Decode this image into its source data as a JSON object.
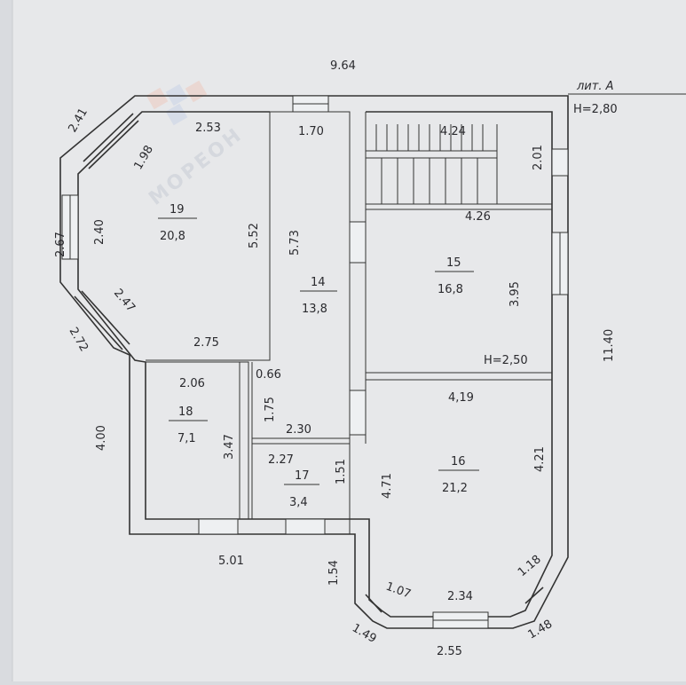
{
  "title": {
    "liter": "лит. А",
    "height": "H=2,80"
  },
  "watermark": "МОРЕОН",
  "annotations": {
    "height_15": "H=2,50"
  },
  "rooms": [
    {
      "id": "19",
      "area": "20,8"
    },
    {
      "id": "14",
      "area": "13,8"
    },
    {
      "id": "15",
      "area": "16,8"
    },
    {
      "id": "18",
      "area": "7,1"
    },
    {
      "id": "17",
      "area": "3,4"
    },
    {
      "id": "16",
      "area": "21,2"
    }
  ],
  "dimensions": [
    "9.64",
    "2.41",
    "2.53",
    "1.70",
    "4.24",
    "2.01",
    "1.98",
    "2.67",
    "2.40",
    "5.52",
    "5.73",
    "4.26",
    "3.95",
    "2.47",
    "2.72",
    "2.75",
    "11.40",
    "0.66",
    "2.06",
    "1.75",
    "4,19",
    "4.00",
    "3.47",
    "2.30",
    "2.27",
    "1.51",
    "4.71",
    "4.21",
    "5.01",
    "1.54",
    "1.07",
    "2.34",
    "1.18",
    "1.49",
    "2.55",
    "1.48"
  ]
}
